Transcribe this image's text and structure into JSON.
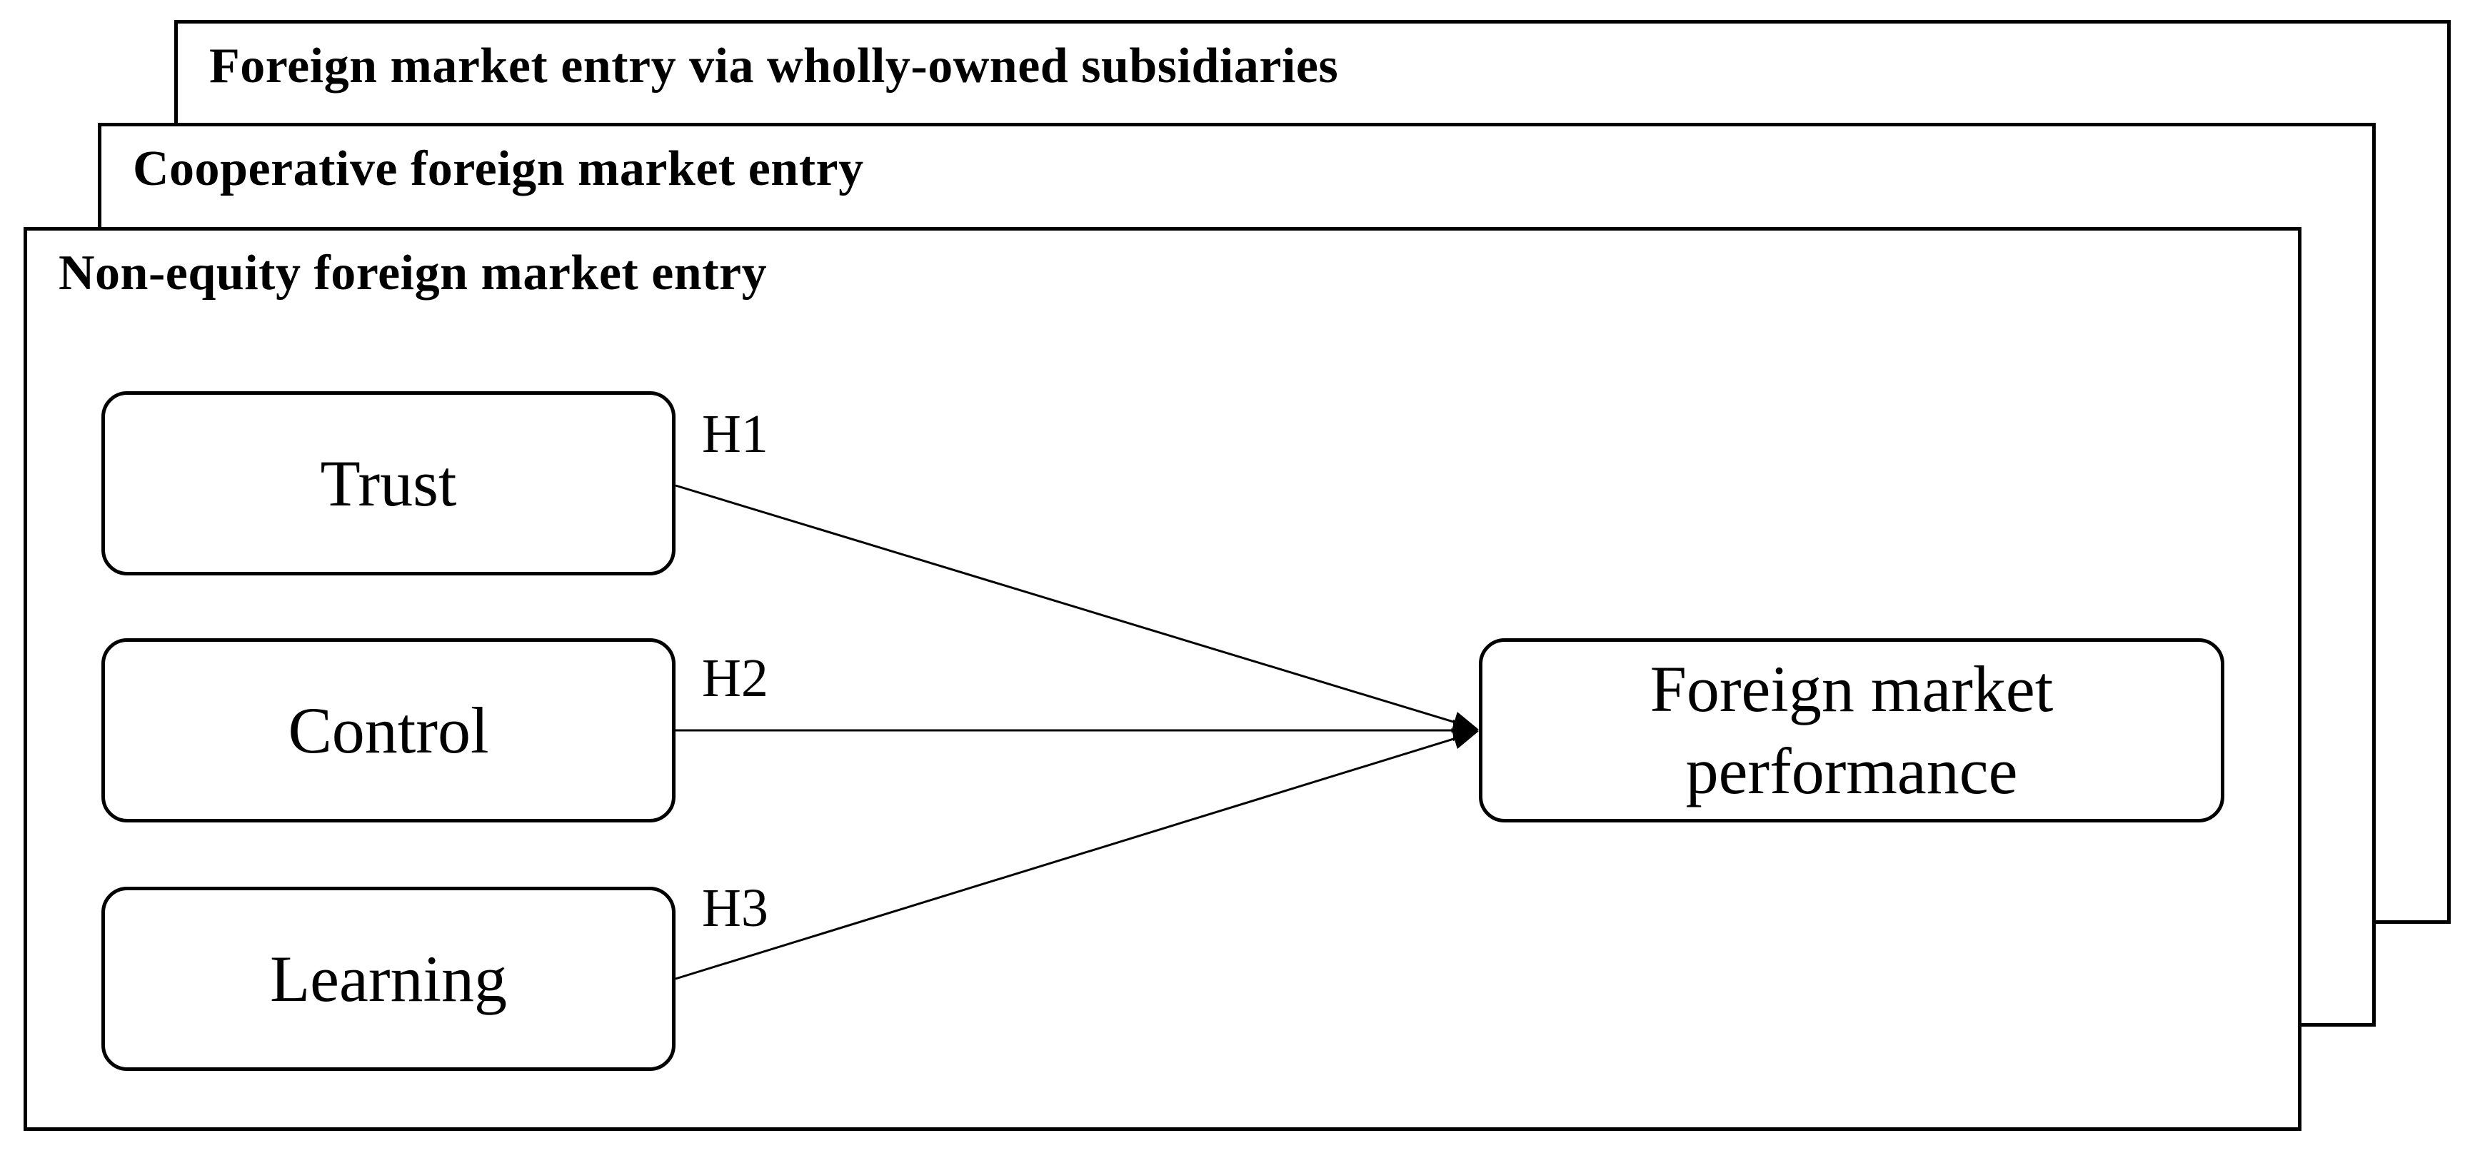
{
  "frames": {
    "back_title": "Foreign market entry via wholly-owned subsidiaries",
    "mid_title": "Cooperative foreign market entry",
    "front_title": "Non-equity foreign market entry"
  },
  "nodes": {
    "trust": "Trust",
    "control": "Control",
    "learning": "Learning",
    "outcome_line1": "Foreign market",
    "outcome_line2": "performance"
  },
  "hypotheses": {
    "h1": "H1",
    "h2": "H2",
    "h3": "H3"
  },
  "colors": {
    "stroke": "#000000",
    "background": "#ffffff"
  }
}
